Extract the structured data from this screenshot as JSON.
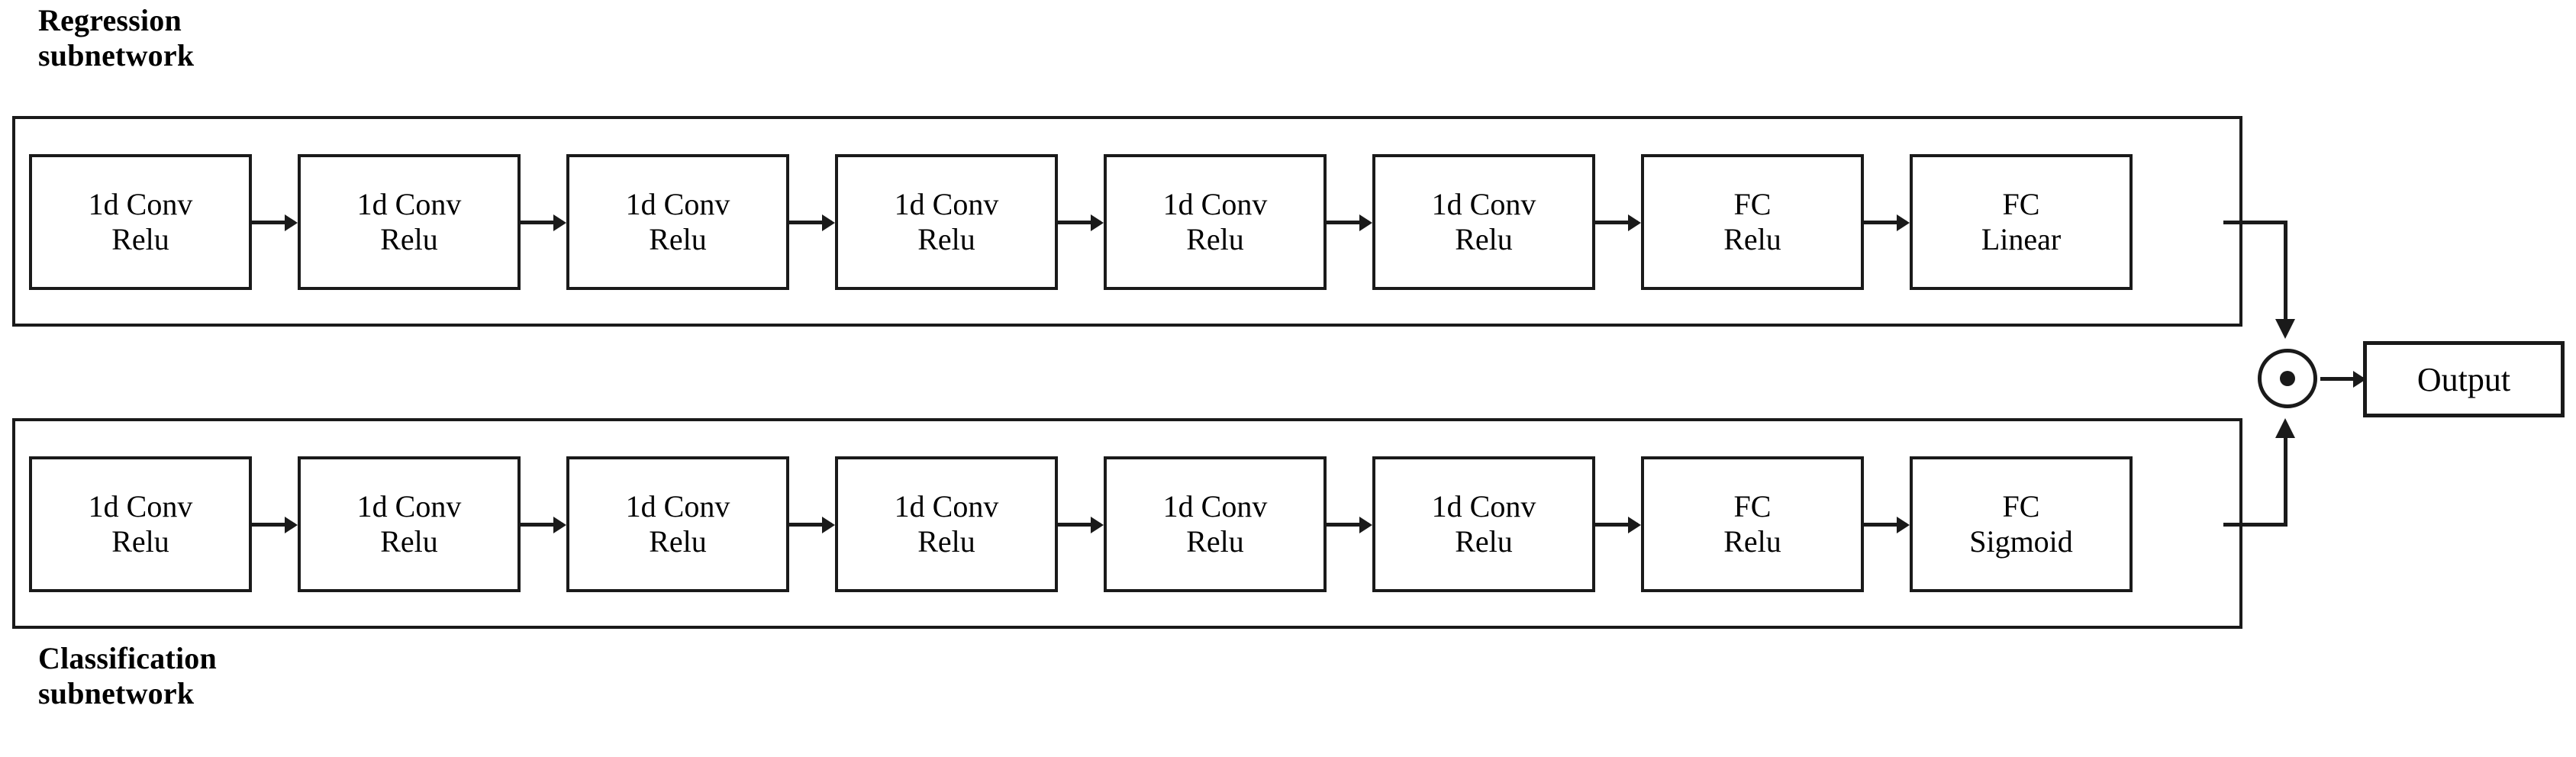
{
  "figure": {
    "type": "neural-network-architecture-diagram",
    "background_color": "#ffffff",
    "line_color": "#1a1a1a",
    "text_color": "#000000"
  },
  "captions": {
    "regression": "Regression\nsubnetwork",
    "classification": "Classification\nsubnetwork"
  },
  "regression_subnetwork": {
    "name": "Regression subnetwork",
    "layers": [
      {
        "line1": "1d Conv",
        "line2": "Relu"
      },
      {
        "line1": "1d Conv",
        "line2": "Relu"
      },
      {
        "line1": "1d Conv",
        "line2": "Relu"
      },
      {
        "line1": "1d Conv",
        "line2": "Relu"
      },
      {
        "line1": "1d Conv",
        "line2": "Relu"
      },
      {
        "line1": "1d Conv",
        "line2": "Relu"
      },
      {
        "line1": "FC",
        "line2": "Relu"
      },
      {
        "line1": "FC",
        "line2": "Linear"
      }
    ]
  },
  "classification_subnetwork": {
    "name": "Classification subnetwork",
    "layers": [
      {
        "line1": "1d Conv",
        "line2": "Relu"
      },
      {
        "line1": "1d Conv",
        "line2": "Relu"
      },
      {
        "line1": "1d Conv",
        "line2": "Relu"
      },
      {
        "line1": "1d Conv",
        "line2": "Relu"
      },
      {
        "line1": "1d Conv",
        "line2": "Relu"
      },
      {
        "line1": "1d Conv",
        "line2": "Relu"
      },
      {
        "line1": "FC",
        "line2": "Relu"
      },
      {
        "line1": "FC",
        "line2": "Sigmoid"
      }
    ]
  },
  "merge": {
    "icon": "circled-dot-icon",
    "symbol": "⊙",
    "operation": "element-wise multiplication"
  },
  "output": {
    "label": "Output"
  },
  "connections": {
    "arrow_icon": "arrow-right-icon",
    "down_arrow_icon": "arrow-down-icon",
    "up_arrow_icon": "arrow-up-icon"
  }
}
